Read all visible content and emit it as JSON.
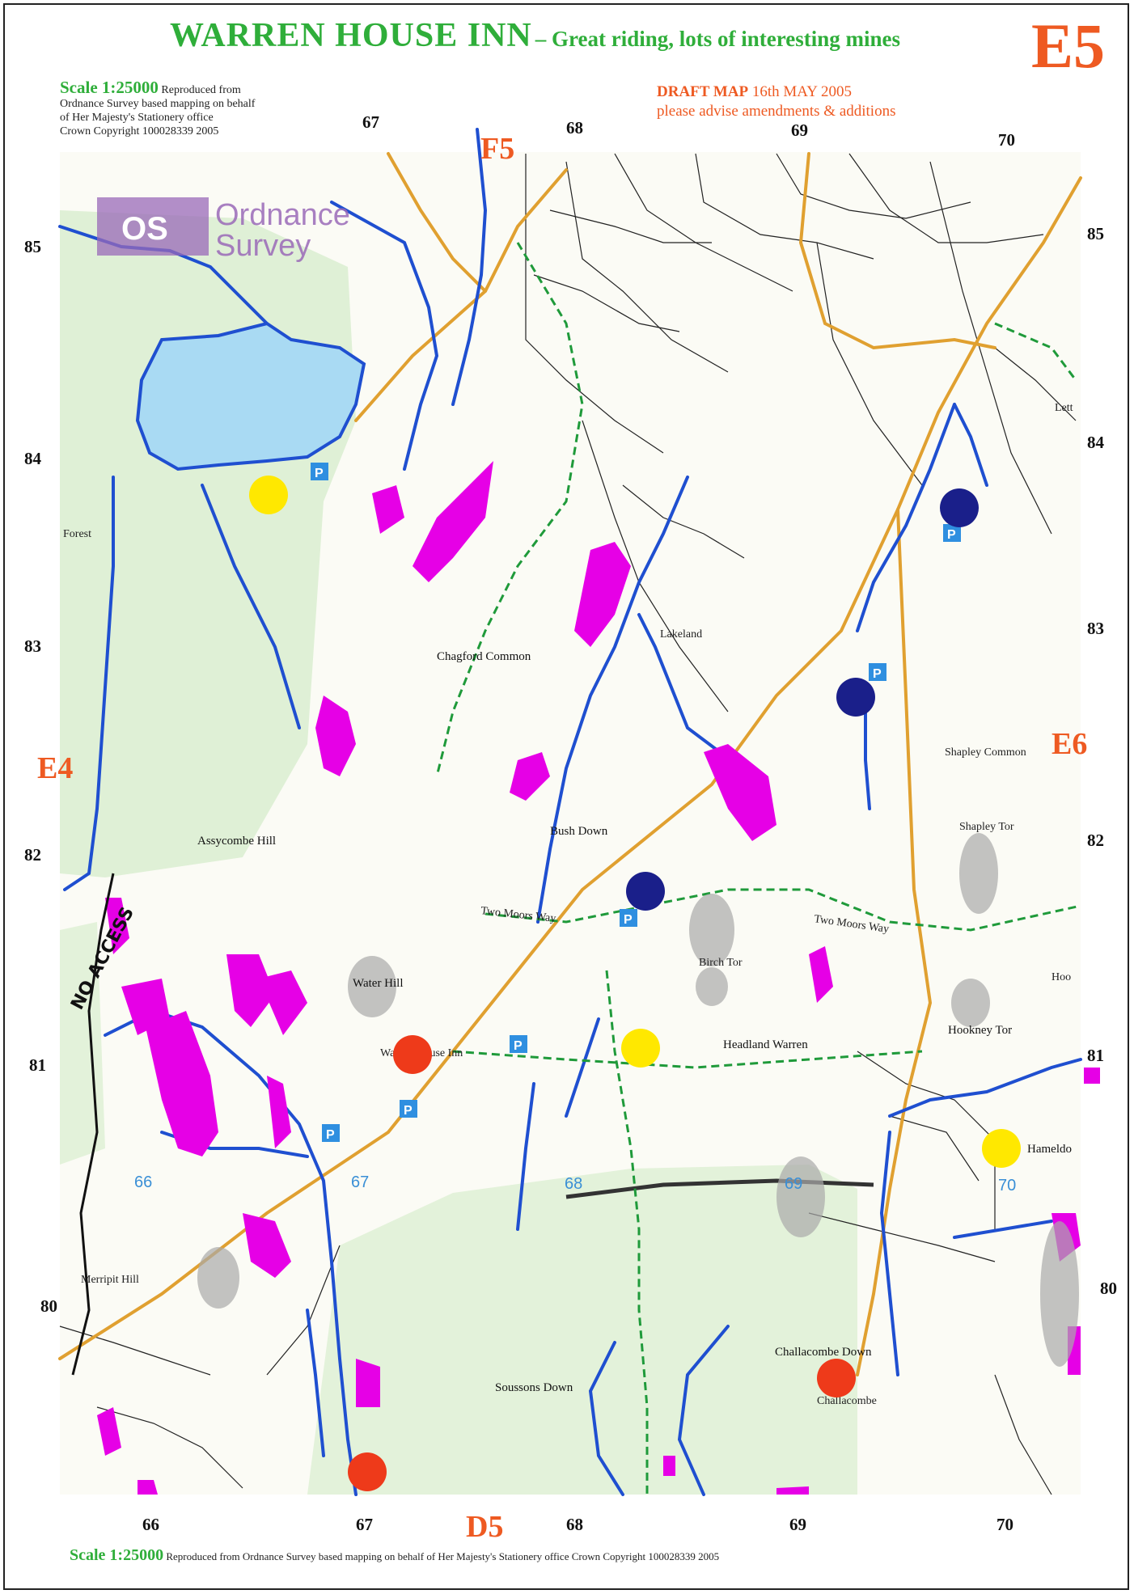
{
  "header": {
    "title_main": "WARREN HOUSE INN",
    "title_sub": "– Great riding, lots of interesting mines",
    "sheet_code": "E5"
  },
  "scale_block": {
    "scale": "Scale 1:25000",
    "line1": "Reproduced from",
    "line2": "Ordnance Survey based mapping on behalf",
    "line3": "of Her Majesty's Stationery office",
    "line4": "Crown Copyright 100028339 2005"
  },
  "draft": {
    "bold": "DRAFT MAP",
    "date": "16th MAY 2005",
    "note": "please advise amendments & additions"
  },
  "os_logo": {
    "line1": "Ordnance",
    "line2": "Survey",
    "icon": "os-logo-icon"
  },
  "grid": {
    "top": [
      "67",
      "68",
      "69",
      "70"
    ],
    "bottom": [
      "66",
      "67",
      "68",
      "69",
      "70"
    ],
    "left": [
      "85",
      "84",
      "83",
      "82",
      "81",
      "80"
    ],
    "right": [
      "85",
      "84",
      "83",
      "82",
      "81",
      "80"
    ],
    "inner": [
      "66",
      "67",
      "68",
      "69",
      "70"
    ]
  },
  "adjacent_sheets": {
    "north": "F5",
    "south": "D5",
    "west": "E4",
    "east": "E6"
  },
  "places": {
    "chagford_common": "Chagford Common",
    "bush_down": "Bush Down",
    "assycombe_hill": "Assycombe Hill",
    "water_hill": "Water Hill",
    "headland_warren": "Headland Warren",
    "hookney_tor": "Hookney Tor",
    "shapley_common": "Shapley Common",
    "challacombe_down": "Challacombe Down",
    "soussons_down": "Soussons Down",
    "birch_tor": "Birch Tor",
    "two_moors_way_1": "Two Moors Way",
    "two_moors_way_2": "Two Moors Way",
    "hameldo": "Hameldo",
    "lakeland": "Lakeland",
    "forest": "Forest",
    "hoo": "Hoo",
    "lett": "Lett",
    "warren_house_inn": "Warren House Inn",
    "shapley_tor": "Shapley Tor",
    "challacombe": "Challacombe",
    "merripit_hill": "Merripit Hill"
  },
  "annotations": {
    "no_access": "NO ACCESS",
    "parking": "P"
  },
  "footer": {
    "scale": "Scale 1:25000",
    "text": "Reproduced from Ordnance Survey based mapping on behalf of Her Majesty's Stationery office Crown Copyright 100028339 2005"
  },
  "colors": {
    "title_green": "#2fae3a",
    "sheet_orange": "#ee5a22",
    "water_blue": "#1f4fd0",
    "mine_magenta": "#e600e6",
    "road_orange": "#e0a030",
    "marker_red": "#ee3a1a",
    "marker_yellow": "#ffe800",
    "marker_navy": "#1a1f8a",
    "forest_green": "#d9efd5",
    "reservoir_blue": "#a9daf3"
  },
  "markers": [
    {
      "type": "yellow",
      "name": "marker-yellow-reservoir"
    },
    {
      "type": "navy",
      "name": "marker-navy-ne"
    },
    {
      "type": "navy",
      "name": "marker-navy-east"
    },
    {
      "type": "navy",
      "name": "marker-navy-center"
    },
    {
      "type": "red",
      "name": "marker-red-warren-house"
    },
    {
      "type": "yellow",
      "name": "marker-yellow-birch-tor"
    },
    {
      "type": "yellow",
      "name": "marker-yellow-hameldon"
    },
    {
      "type": "red",
      "name": "marker-red-challacombe"
    },
    {
      "type": "red",
      "name": "marker-red-bottom"
    }
  ]
}
